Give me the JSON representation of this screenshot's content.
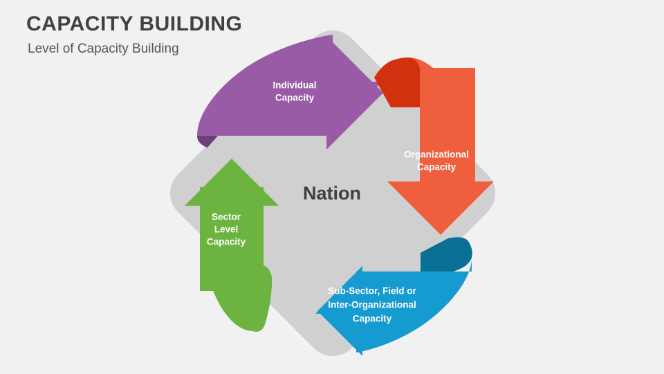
{
  "slide": {
    "background_color": "#f1f1f1",
    "title": "CAPACITY BUILDING",
    "subtitle": "Level of Capacity Building"
  },
  "diagram": {
    "type": "cycle-arrows",
    "center": {
      "label": "Nation",
      "text_color": "#404040",
      "shape_color": "#d0d0d0"
    },
    "arrows": [
      {
        "id": "individual",
        "label_line1": "Individual",
        "label_line2": "Capacity",
        "direction": "right",
        "color": "#9a5ba6",
        "fold_color": "#6d3f7c",
        "text_color": "#ffffff"
      },
      {
        "id": "organizational",
        "label_line1": "Organizational",
        "label_line2": "Capacity",
        "direction": "down",
        "color": "#f05f3d",
        "fold_color": "#d2310f",
        "text_color": "#ffffff"
      },
      {
        "id": "sub-sector",
        "label_line1": "Sub-Sector, Field or",
        "label_line2": "Inter-Organizational",
        "label_line3": "Capacity",
        "direction": "left",
        "color": "#169bd0",
        "fold_color": "#0a6f94",
        "text_color": "#ffffff"
      },
      {
        "id": "sector-level",
        "label_line1": "Sector",
        "label_line2": "Level",
        "label_line3": "Capacity",
        "direction": "up",
        "color": "#6cb33f",
        "fold_color": "#528a38",
        "text_color": "#ffffff"
      }
    ]
  }
}
